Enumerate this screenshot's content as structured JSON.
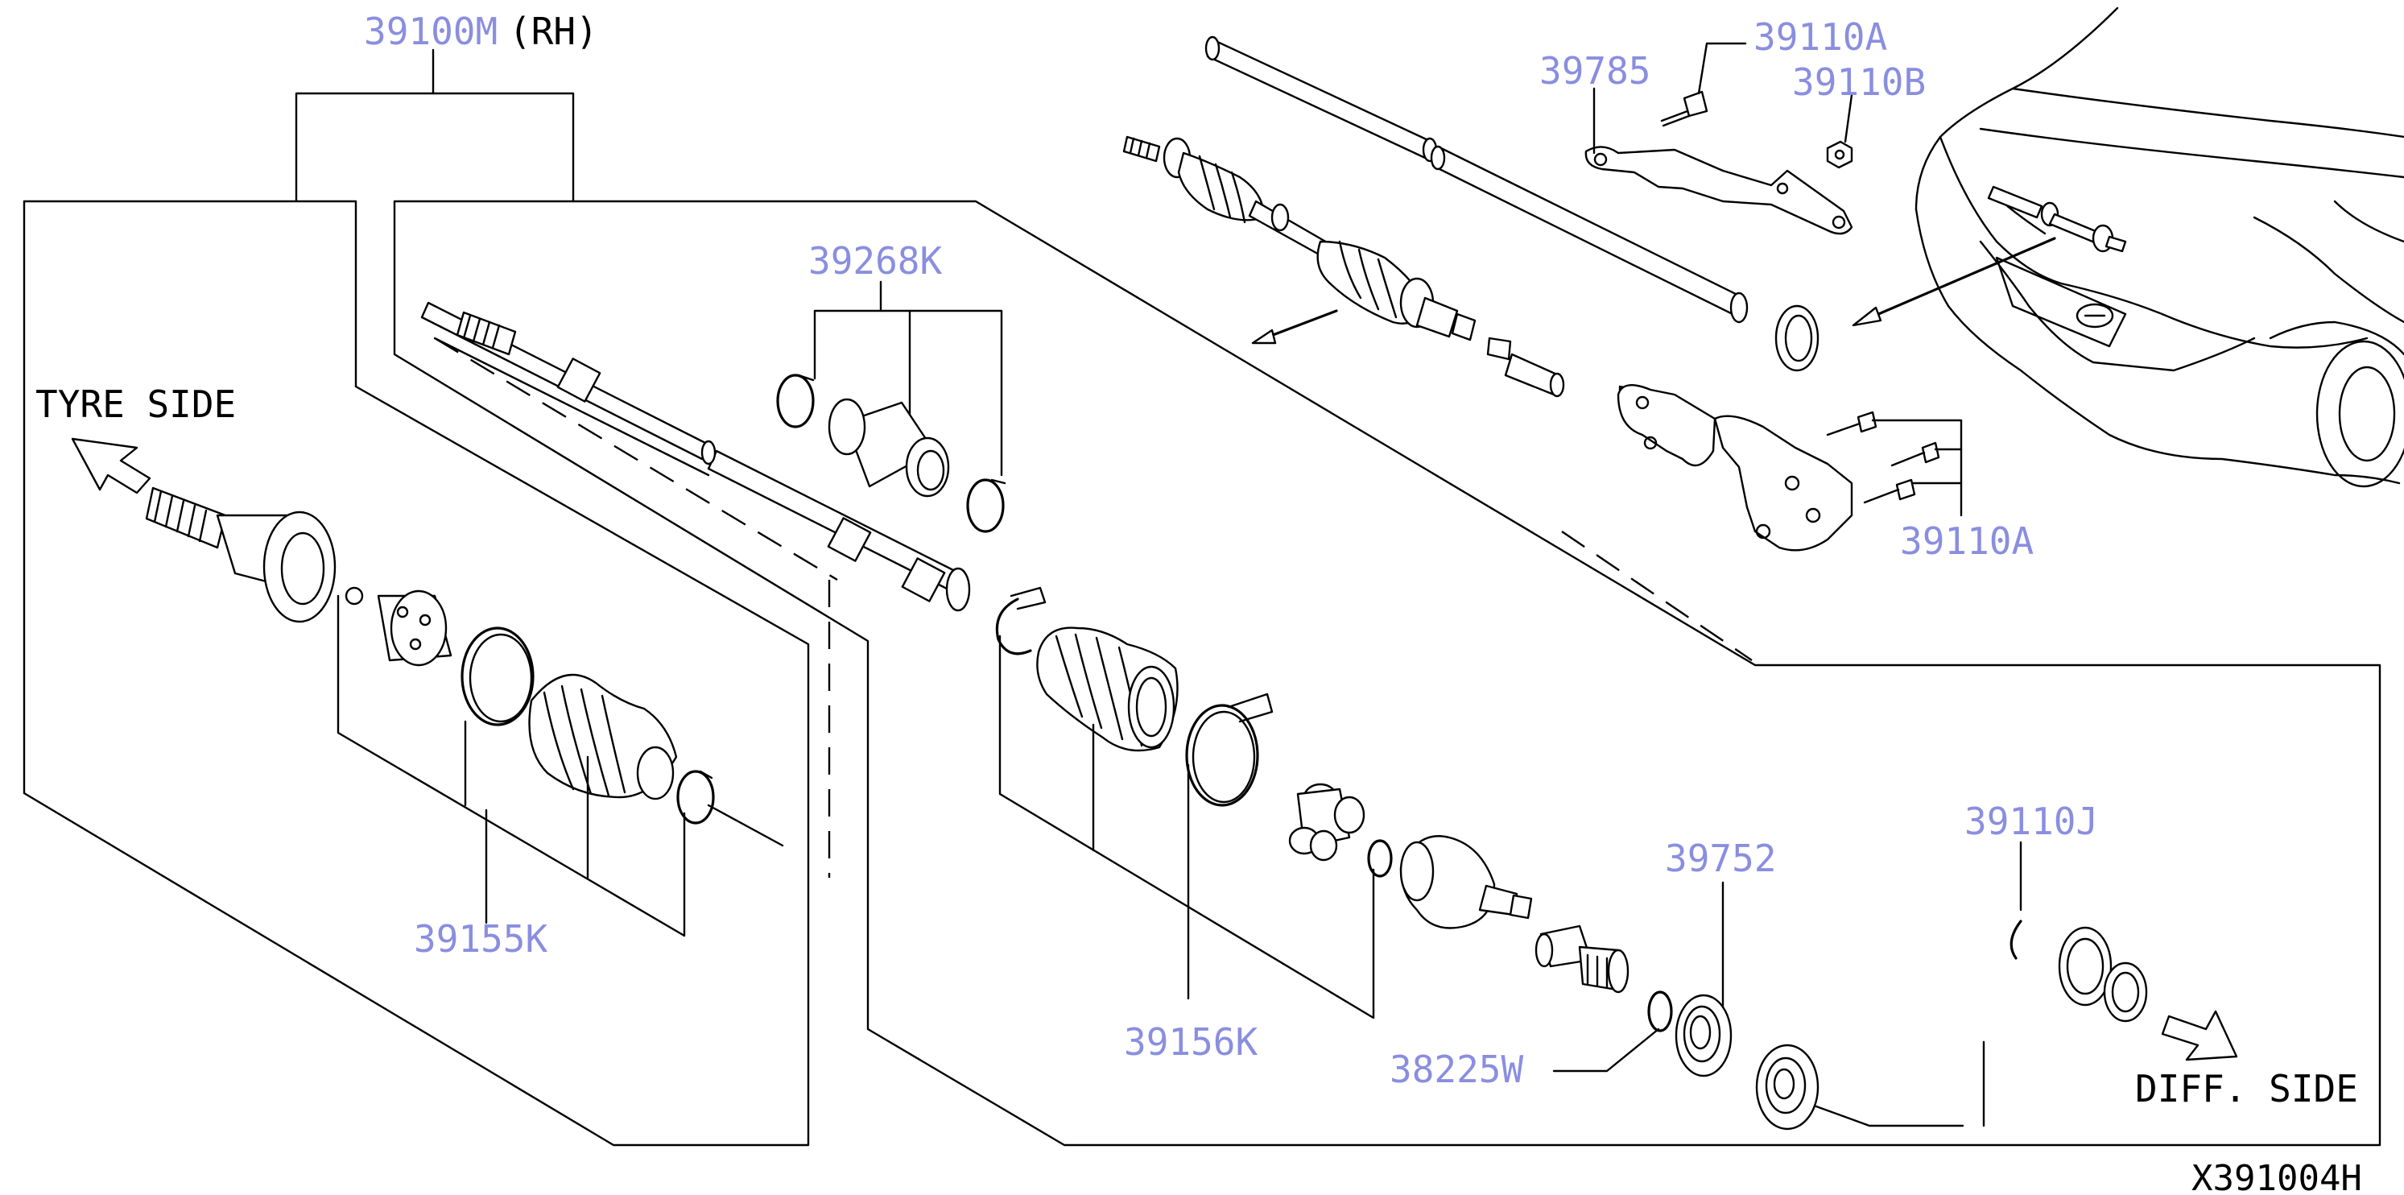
{
  "diagram": {
    "assembly_number": "39100M",
    "assembly_side": "(RH)",
    "orientation_labels": {
      "left": "TYRE SIDE",
      "right": "DIFF. SIDE"
    },
    "drawing_code": "X391004H",
    "part_numbers": {
      "boot_band_kit": "39268K",
      "tyre_side_boot_kit": "39155K",
      "diff_side_boot_kit": "39156K",
      "snap_ring": "38225W",
      "bearing": "39752",
      "bearing_retainer": "39110J",
      "bolt_upper": "39110A",
      "nut": "39110B",
      "bracket": "39785",
      "bolt_lower": "39110A"
    }
  },
  "colors": {
    "part_number_text": "#8a8ee0",
    "line": "#000000",
    "background": "#ffffff"
  }
}
